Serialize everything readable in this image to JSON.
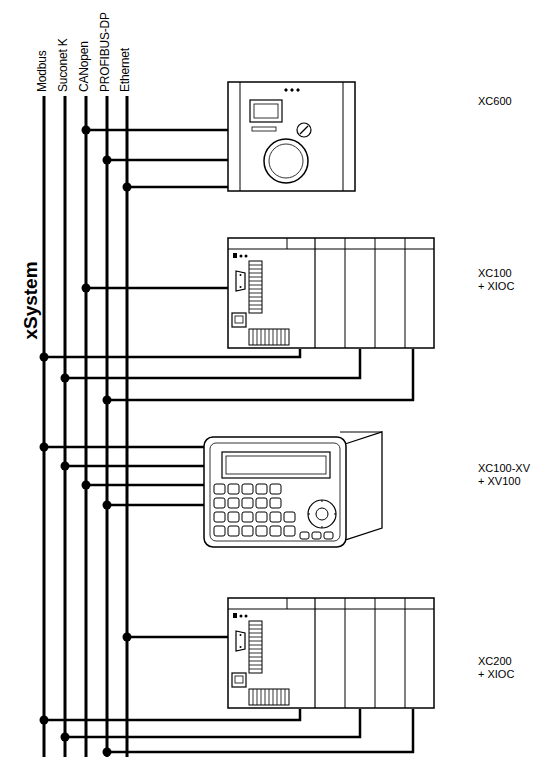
{
  "diagram": {
    "labels": [
      "Modbus",
      "Suconet K",
      "CANopen",
      "PROFIBUS-DP",
      "Ethernet",
      "xSystem",
      "XC600",
      "XC100 + XIOC",
      "XC100-XV + XV100",
      "XC200 + XIOC"
    ]
  }
}
